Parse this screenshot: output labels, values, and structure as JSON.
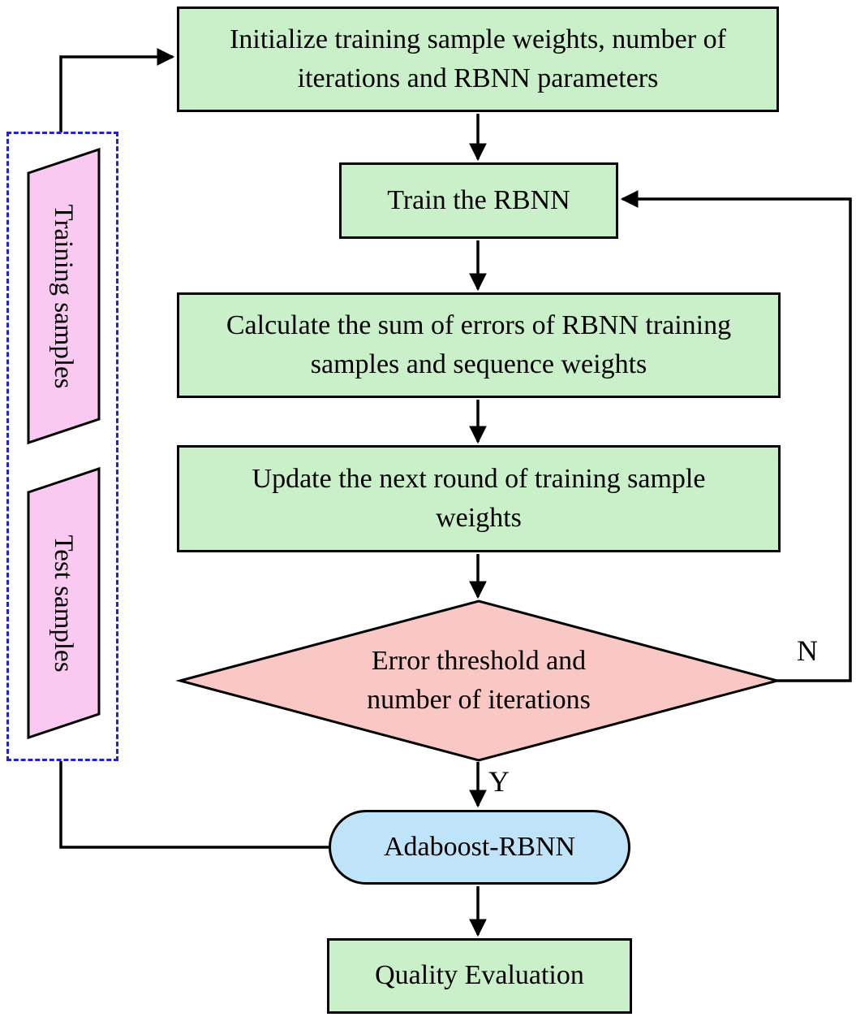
{
  "diagram": {
    "nodes": {
      "initialize": "Initialize training sample weights, number of iterations and RBNN parameters",
      "train": "Train the RBNN",
      "calculate": "Calculate the sum of errors of RBNN training samples and sequence weights",
      "update": "Update the next round of training sample weights",
      "decision": "Error threshold and number of iterations",
      "adaboost": "Adaboost-RBNN",
      "quality": "Quality Evaluation",
      "training_samples": "Training samples",
      "test_samples": "Test samples"
    },
    "branch_labels": {
      "no": "N",
      "yes": "Y"
    },
    "colors": {
      "process_fill": "#c9f0c9",
      "decision_fill": "#f9c7c4",
      "terminal_fill": "#bfe3f8",
      "data_fill": "#f9c9f2",
      "dashed_border": "#2222cc",
      "line": "#000000"
    }
  }
}
